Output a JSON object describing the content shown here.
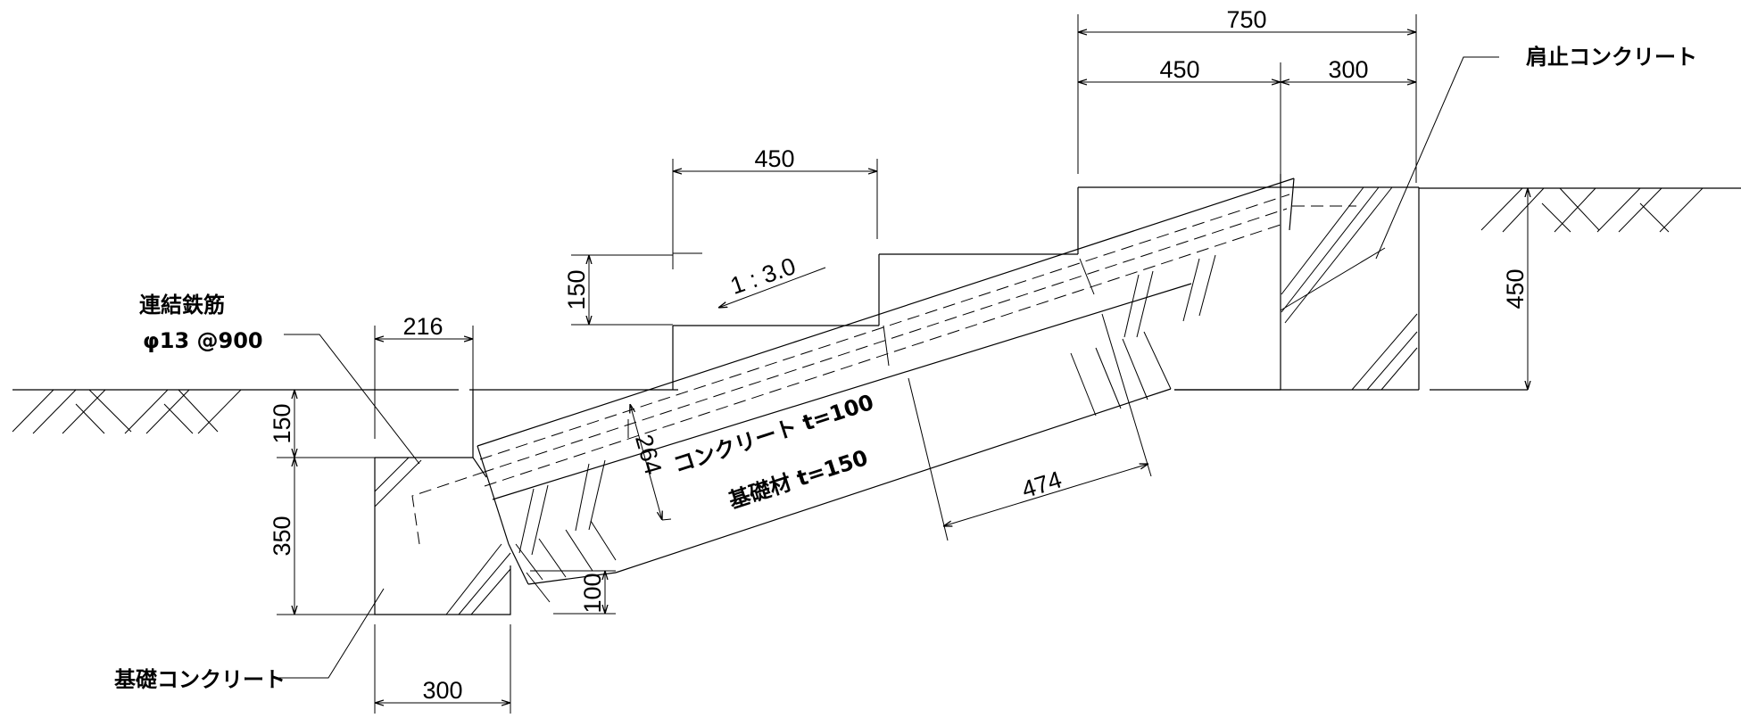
{
  "labels": {
    "shoulder_concrete": "肩止コンクリート",
    "tie_rebar_title": "連結鉄筋",
    "tie_rebar_spec": "φ13 @900",
    "foundation_concrete": "基礎コンクリート",
    "slope_ratio": "1 : 3.0",
    "concrete_layer": "コンクリート t=100",
    "base_layer": "基礎材 t=150"
  },
  "dimensions": {
    "top_total": "750",
    "top_left": "450",
    "top_right": "300",
    "step_width": "450",
    "step_height": "150",
    "right_height": "450",
    "toe_top_width": "216",
    "toe_depth": "150",
    "toe_height": "350",
    "slab_thickness": "264",
    "slab_length": "474",
    "toe_bottom_width": "300",
    "toe_key": "100"
  },
  "colors": {
    "line": "#000000",
    "background": "#ffffff"
  }
}
